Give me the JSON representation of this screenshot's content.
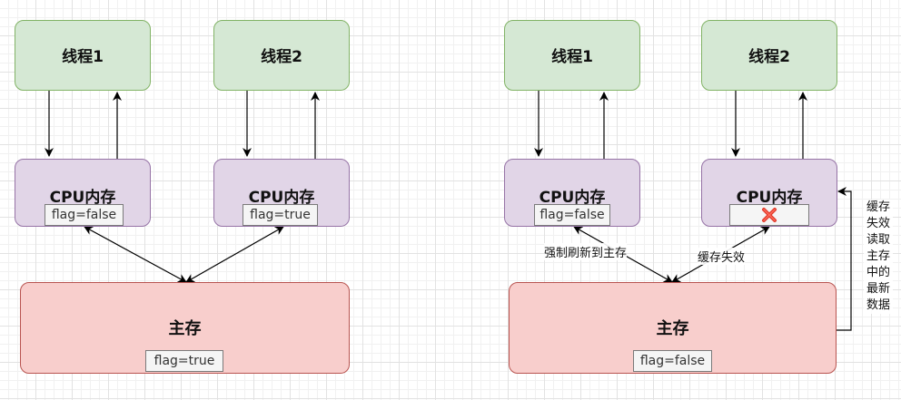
{
  "left": {
    "thread1": {
      "label": "线程1"
    },
    "thread2": {
      "label": "线程2"
    },
    "cpu1": {
      "label": "CPU内存",
      "flag": "flag=false"
    },
    "cpu2": {
      "label": "CPU内存",
      "flag": "flag=true"
    },
    "memory": {
      "label": "主存",
      "flag": "flag=true"
    }
  },
  "right": {
    "thread1": {
      "label": "线程1"
    },
    "thread2": {
      "label": "线程2"
    },
    "cpu1": {
      "label": "CPU内存",
      "flag": "flag=false"
    },
    "cpu2": {
      "label": "CPU内存",
      "invalid_icon": "red-x-icon"
    },
    "memory": {
      "label": "主存",
      "flag": "flag=false"
    },
    "edge_flush_label": "强制刷新到主存",
    "edge_invalidate_label": "缓存失效",
    "side_note": "缓存失效读取主存中的最新数据"
  },
  "colors": {
    "thread_fill": "#d5e8d4",
    "thread_border": "#82b366",
    "cpu_fill": "#e1d5e7",
    "cpu_border": "#9673a6",
    "memory_fill": "#f8cecc",
    "memory_border": "#b85450",
    "invalid_mark": "#e0392b"
  }
}
